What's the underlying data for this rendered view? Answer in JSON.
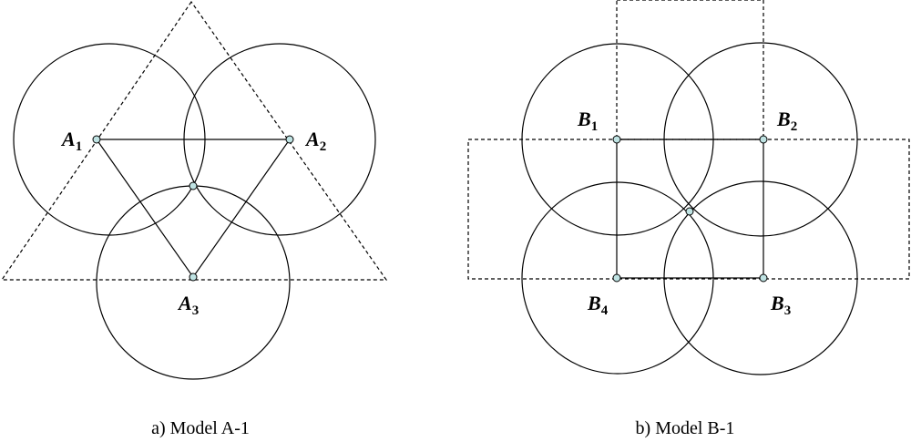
{
  "panel_a": {
    "caption": "a) Model A-1",
    "nodes": [
      {
        "letter": "A",
        "sub": "1"
      },
      {
        "letter": "A",
        "sub": "2"
      },
      {
        "letter": "A",
        "sub": "3"
      }
    ]
  },
  "panel_b": {
    "caption": "b) Model B-1",
    "nodes": [
      {
        "letter": "B",
        "sub": "1"
      },
      {
        "letter": "B",
        "sub": "2"
      },
      {
        "letter": "B",
        "sub": "3"
      },
      {
        "letter": "B",
        "sub": "4"
      }
    ]
  },
  "colors": {
    "node_fill": "#bfe3e3",
    "line": "#000000",
    "background": "#ffffff"
  }
}
